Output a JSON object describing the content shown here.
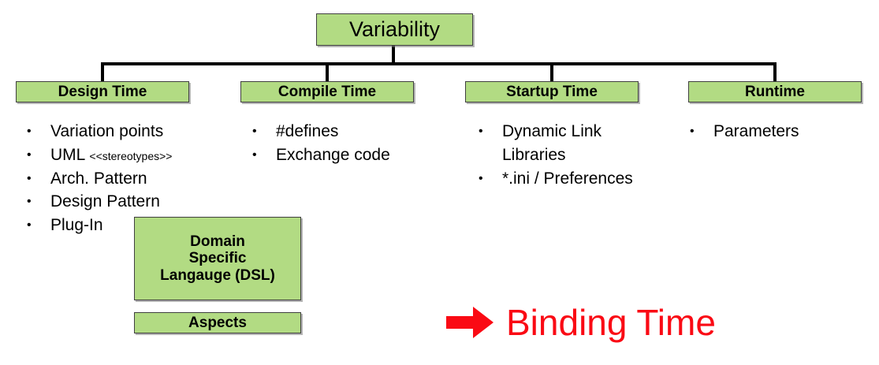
{
  "diagram": {
    "title": "Variability",
    "root": {
      "label": "Variability"
    },
    "levels": [
      {
        "label": "Design Time",
        "items": [
          {
            "text": "Variation points"
          },
          {
            "text": "UML ",
            "small": "<<stereotypes>>"
          },
          {
            "text": "Arch. Pattern"
          },
          {
            "text": "Design Pattern"
          },
          {
            "text": "Plug-In"
          }
        ]
      },
      {
        "label": "Compile Time",
        "items": [
          {
            "text": "#defines"
          },
          {
            "text": "Exchange code"
          }
        ]
      },
      {
        "label": "Startup Time",
        "items": [
          {
            "text": "Dynamic Link Libraries"
          },
          {
            "text": "*.ini / Preferences"
          }
        ]
      },
      {
        "label": "Runtime",
        "items": [
          {
            "text": "Parameters"
          }
        ]
      }
    ],
    "extra_boxes": [
      {
        "lines": [
          "Domain",
          "Specific",
          "Langauge (DSL)"
        ]
      },
      {
        "lines": [
          "Aspects"
        ]
      }
    ],
    "callout": {
      "arrow_icon": "right-arrow-icon",
      "label": "Binding Time",
      "color": "#fa0a14"
    },
    "colors": {
      "box_fill": "#b2db83",
      "box_border": "#404040",
      "line": "#000000",
      "text": "#000000",
      "accent": "#fa0a14"
    },
    "bullet_glyph": "•"
  }
}
